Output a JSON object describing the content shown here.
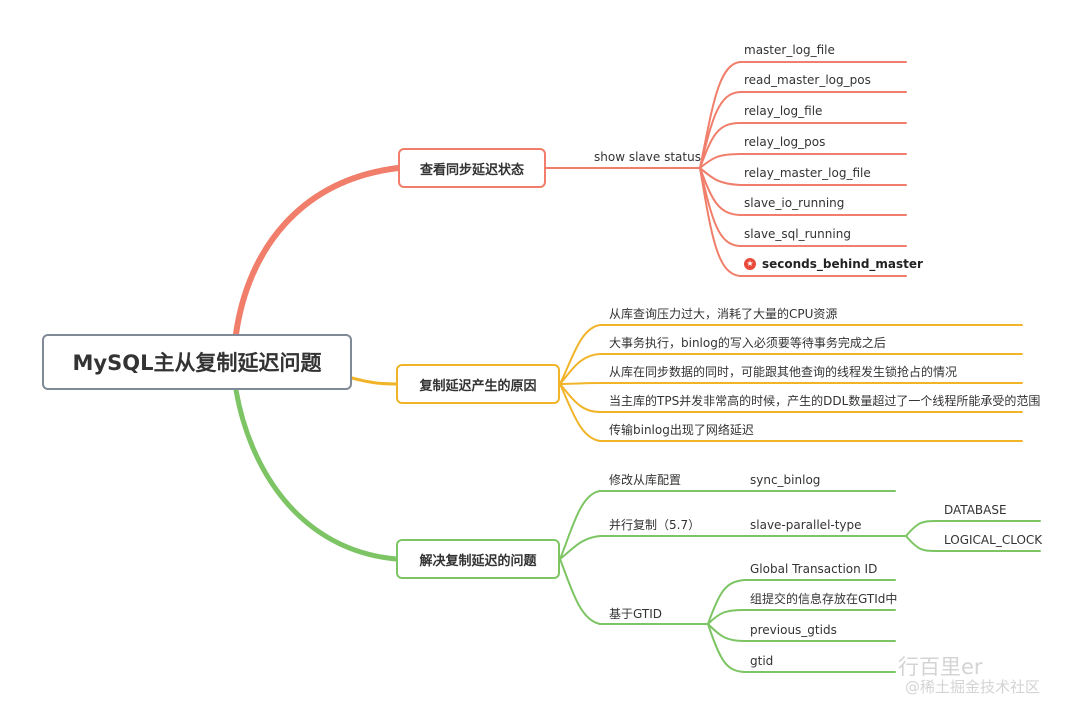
{
  "root": "MySQL主从复制延迟问题",
  "branches": {
    "status": {
      "title": "查看同步延迟状态",
      "command": "show slave status",
      "fields": [
        "master_log_file",
        "read_master_log_pos",
        "relay_log_file",
        "relay_log_pos",
        "relay_master_log_file",
        "slave_io_running",
        "slave_sql_running",
        "seconds_behind_master"
      ],
      "highlight_icon": "star-badge-icon"
    },
    "causes": {
      "title": "复制延迟产生的原因",
      "items": [
        "从库查询压力过大，消耗了大量的CPU资源",
        "大事务执行，binlog的写入必须要等待事务完成之后",
        "从库在同步数据的同时，可能跟其他查询的线程发生锁抢占的情况",
        "当主库的TPS并发非常高的时候，产生的DDL数量超过了一个线程所能承受的范围",
        "传输binlog出现了网络延迟"
      ]
    },
    "solutions": {
      "title": "解决复制延迟的问题",
      "config": {
        "label": "修改从库配置",
        "child": "sync_binlog"
      },
      "parallel": {
        "label": "并行复制（5.7）",
        "child": "slave-parallel-type",
        "options": [
          "DATABASE",
          "LOGICAL_CLOCK"
        ]
      },
      "gtid": {
        "label": "基于GTID",
        "children": [
          "Global Transaction ID",
          "组提交的信息存放在GTId中",
          "previous_gtids",
          "gtid"
        ]
      }
    }
  },
  "colors": {
    "status": "#f07e6a",
    "causes": "#f1b428",
    "solutions": "#7dc564",
    "root_border": "#7f8a96"
  },
  "watermark": {
    "line1": "行百里er",
    "line2": "@稀土掘金技术社区"
  }
}
